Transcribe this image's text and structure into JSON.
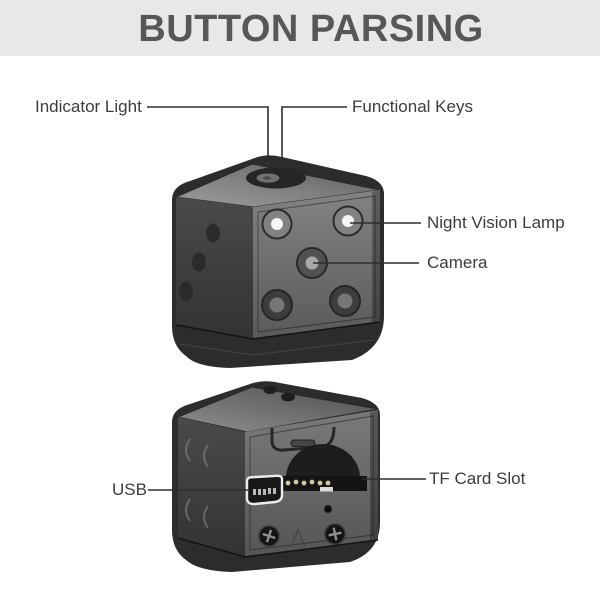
{
  "header": {
    "title": "BUTTON PARSING"
  },
  "callouts": {
    "indicator_light": "Indicator Light",
    "functional_keys": "Functional Keys",
    "night_vision_lamp": "Night Vision Lamp",
    "camera": "Camera",
    "usb": "USB",
    "tf_card_slot": "TF Card Slot"
  },
  "colors": {
    "header_background": "#e8e8e8",
    "title_text": "#57575a",
    "label_text": "#3c3c3c",
    "callout_line": "#2e2e2e",
    "device_body": "#2c2c2c",
    "led_white": "#f5f5f5"
  }
}
